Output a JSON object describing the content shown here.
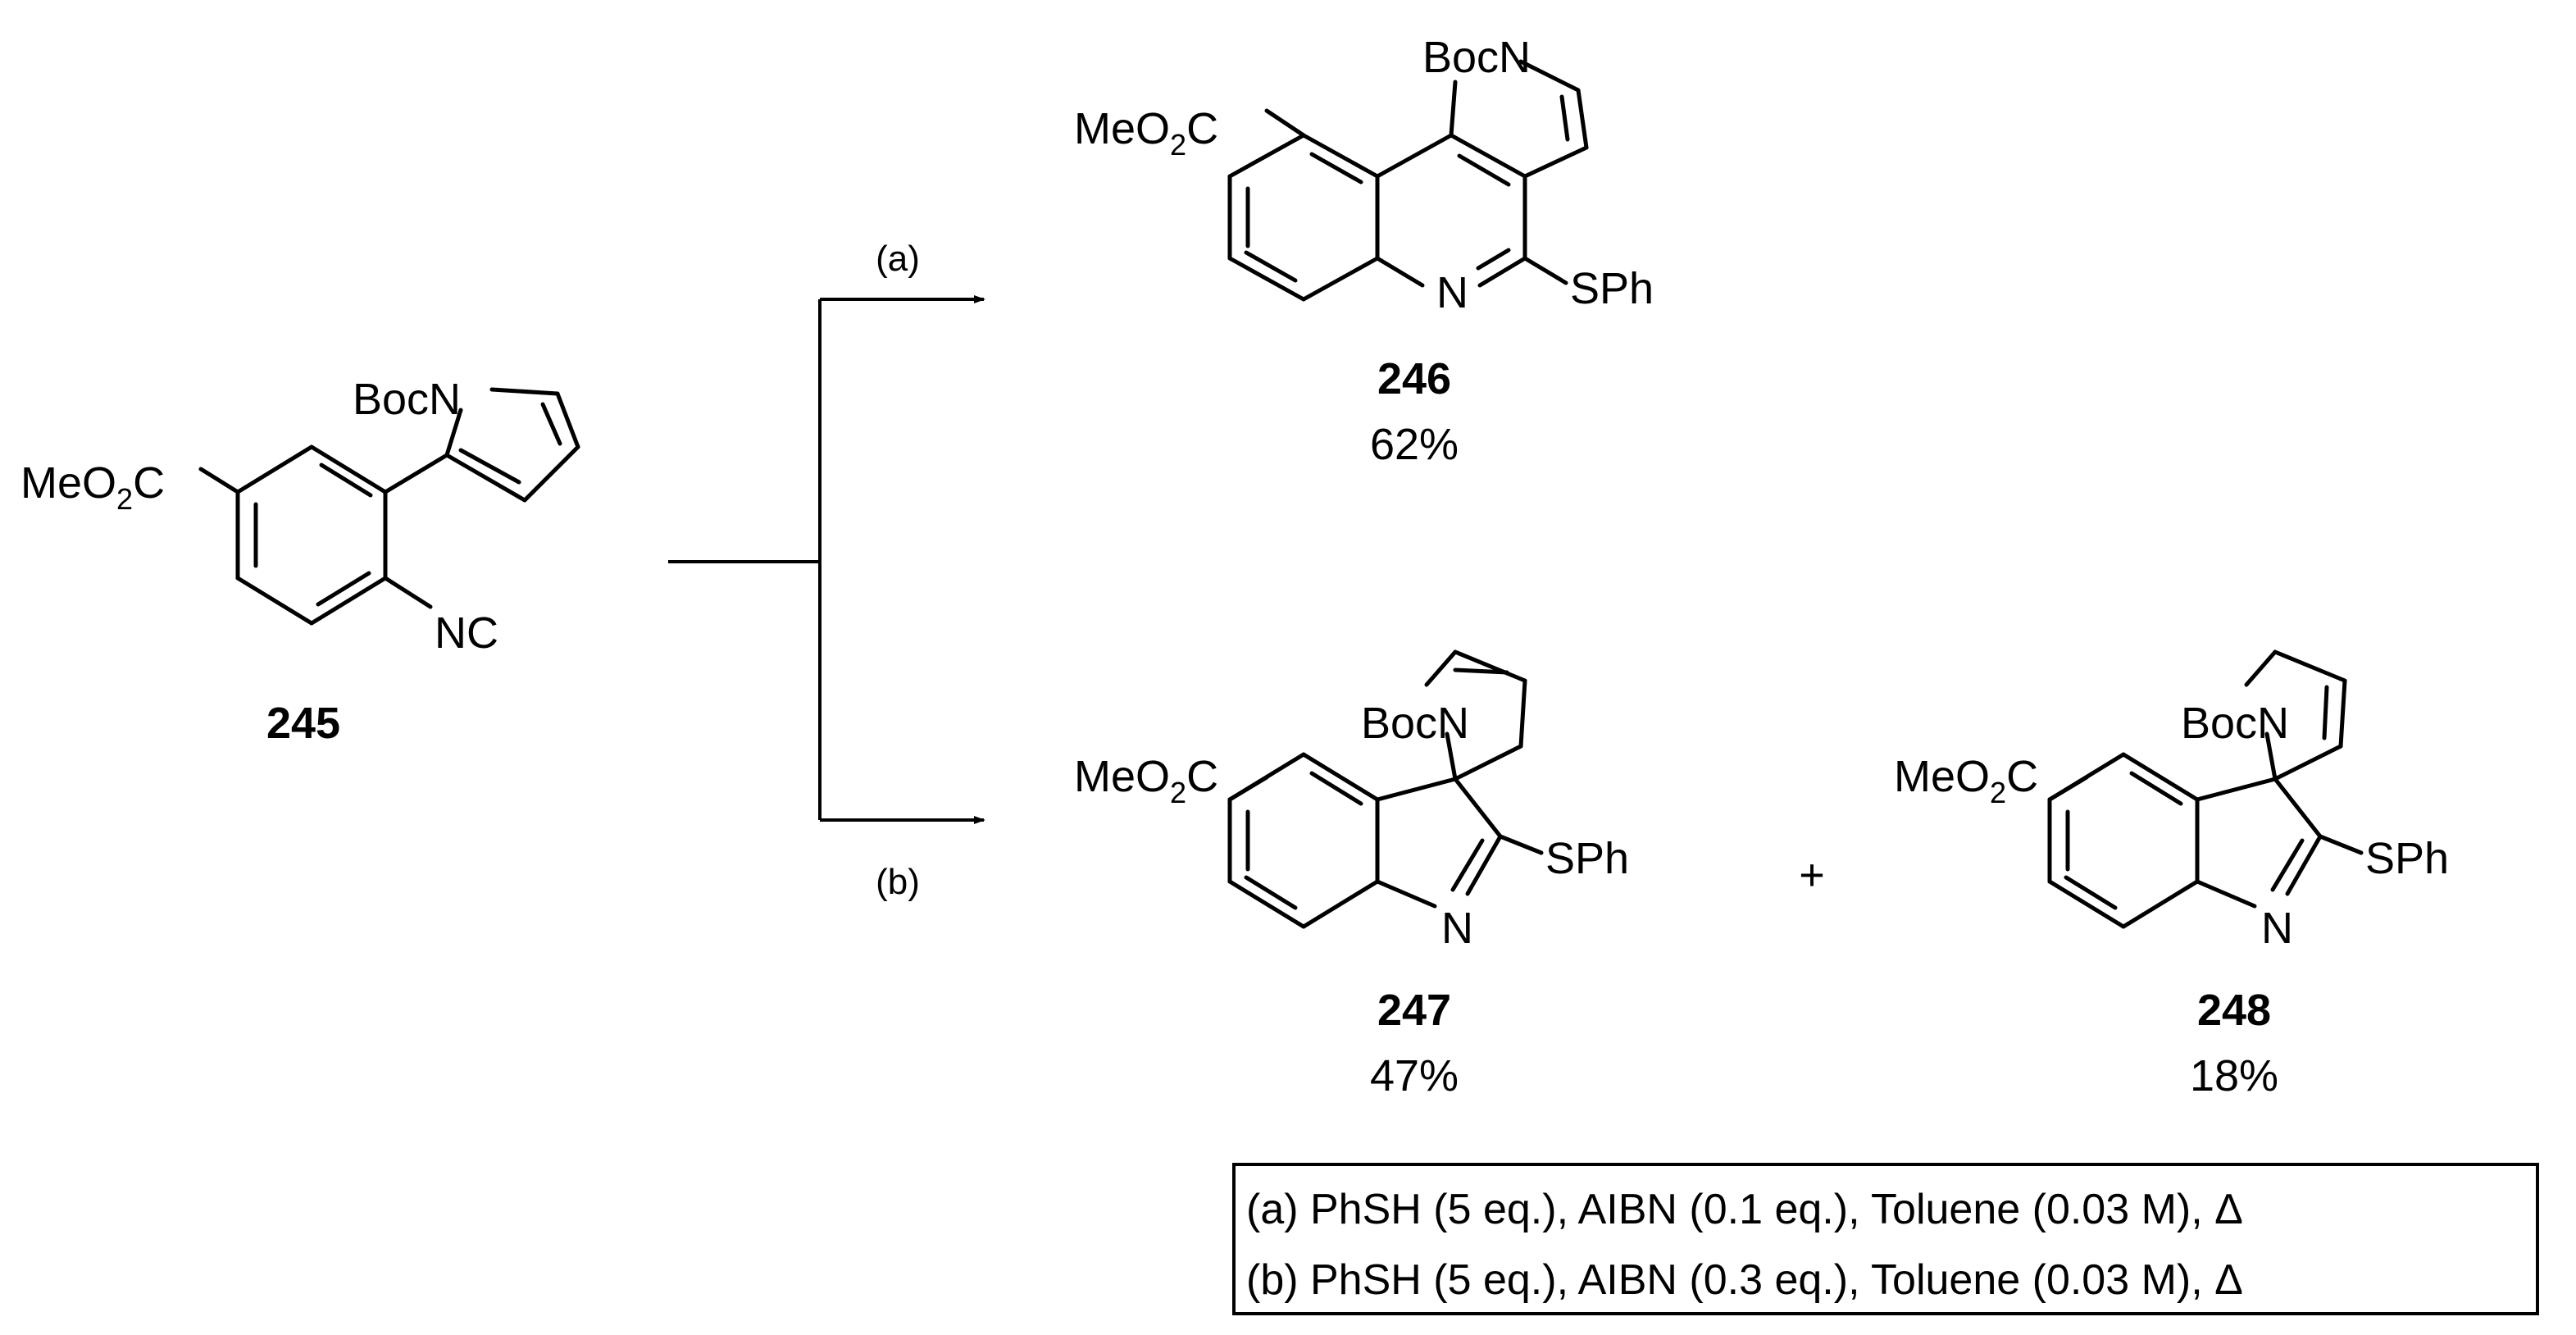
{
  "compounds": {
    "c245": {
      "id": "245",
      "labels": {
        "ester": "MeO",
        "ester_sub": "2",
        "ester_c": "C",
        "boc": "BocN",
        "isocyanide": "NC"
      }
    },
    "c246": {
      "id": "246",
      "yield": "62%",
      "labels": {
        "ester": "MeO",
        "ester_sub": "2",
        "ester_c": "C",
        "boc": "BocN",
        "n": "N",
        "sph": "SPh"
      }
    },
    "c247": {
      "id": "247",
      "yield": "47%",
      "labels": {
        "ester": "MeO",
        "ester_sub": "2",
        "ester_c": "C",
        "boc": "BocN",
        "n": "N",
        "sph": "SPh"
      }
    },
    "c248": {
      "id": "248",
      "yield": "18%",
      "labels": {
        "ester": "MeO",
        "ester_sub": "2",
        "ester_c": "C",
        "boc": "BocN",
        "n": "N",
        "sph": "SPh"
      }
    }
  },
  "arrows": {
    "a": "(a)",
    "b": "(b)"
  },
  "plus": "+",
  "conditions": [
    "(a) PhSH (5 eq.), AIBN (0.1 eq.), Toluene (0.03 M), Δ",
    "(b) PhSH (5 eq.), AIBN (0.3 eq.), Toluene (0.03 M), Δ"
  ]
}
